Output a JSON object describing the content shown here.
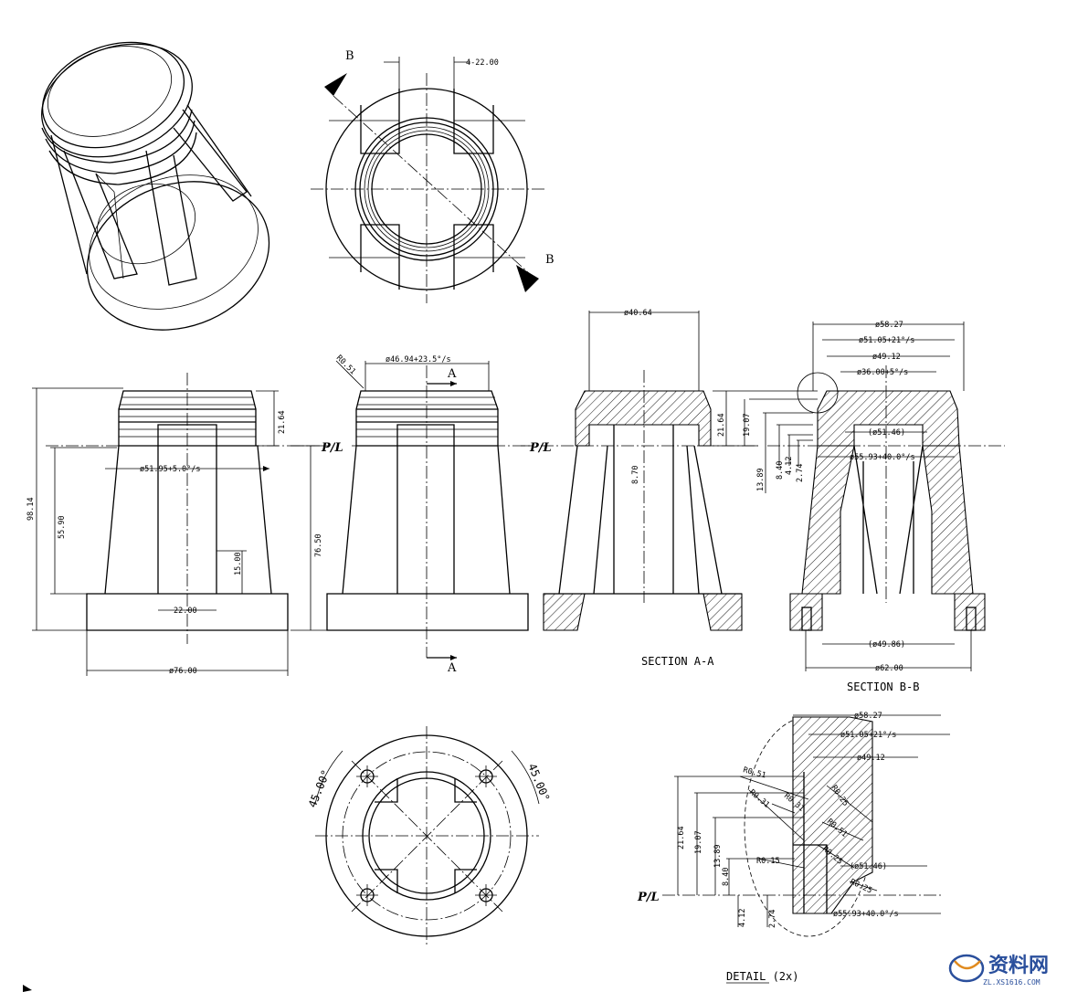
{
  "top_view": {
    "dim_slot": "4-22.00",
    "cut_letter_1": "B",
    "cut_letter_2": "B"
  },
  "front_view": {
    "dim_height_total": "98.14",
    "dim_height_body": "55.90",
    "dim_top_band": "21.64",
    "dim_dia_body": "ø51.95+5.0°/s",
    "dim_slot_width": "22.00",
    "dim_slot_depth": "15.00",
    "dim_base_dia": "ø76.00"
  },
  "side_view": {
    "dim_radius": "R0.51",
    "dim_top_dia": "ø46.94+23.5°/s",
    "dim_height": "76.50",
    "parting_line": "P/L",
    "cut_letter_top": "A",
    "cut_letter_bottom": "A"
  },
  "section_aa": {
    "label": "SECTION A-A",
    "dim_top_dia": "ø40.64",
    "dim_inner": "8.70",
    "parting_line": "P/L"
  },
  "section_bb": {
    "label": "SECTION B-B",
    "dim_d1": "ø58.27",
    "dim_d2": "ø51.05+21°/s",
    "dim_d3": "ø49.12",
    "dim_d4": "ø36.00+5°/s",
    "dim_d5": "(ø51.46)",
    "dim_d6": "ø55.93+40.0°/s",
    "dim_d7": "(ø49.86)",
    "dim_d8": "ø62.00",
    "dim_h1": "21.64",
    "dim_h2": "19.07",
    "dim_h3": "13.89",
    "dim_h4": "8.40",
    "dim_h5": "4.12",
    "dim_h6": "2.74"
  },
  "bottom_view": {
    "angle_left": "45.00°",
    "angle_right": "45.00°"
  },
  "detail": {
    "label": "DETAIL (2x)",
    "dim_d1": "ø58.27",
    "dim_d2": "ø51.05+21°/s",
    "dim_d3": "ø49.12",
    "dim_d5": "(ø51.46)",
    "dim_d6": "ø55.93+40.0°/s",
    "dim_h1": "21.64",
    "dim_h2": "19.07",
    "dim_h3": "13.89",
    "dim_h4": "8.40",
    "dim_h5": "4.12",
    "dim_h6": "2.74",
    "r1": "R0.51",
    "r2": "R0.31",
    "r3": "R0.31",
    "r4": "R0.25",
    "r5": "R0.51",
    "r6": "R0.25",
    "r7": "R0.25",
    "r8": "R0.15",
    "parting_line": "P/L"
  },
  "watermark": {
    "cn": "资料网",
    "url": "ZL.XS1616.COM",
    "color": "#2a4f9c"
  }
}
